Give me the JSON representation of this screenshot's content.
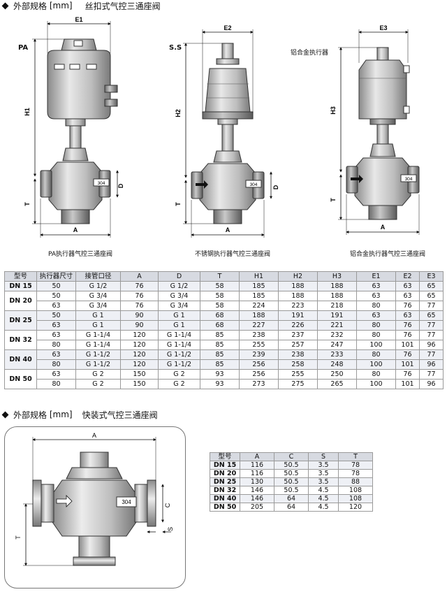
{
  "section1": {
    "title": "外部规格",
    "unit": "[mm]",
    "subtitle": "丝扣式气控三通座阀"
  },
  "section2": {
    "title": "外部规格",
    "unit": "[mm]",
    "subtitle": "快装式气控三通座阀"
  },
  "figures": [
    {
      "tag": "PA",
      "caption": "PA执行器气控三通座阀",
      "width_dim": "E1",
      "height_dim": "H1"
    },
    {
      "tag": "S.S",
      "caption": "不锈钢执行器气控三通座阀",
      "width_dim": "E2",
      "height_dim": "H2"
    },
    {
      "tag": "铝合金执行器",
      "caption": "铝合金执行器气控三通座阀",
      "width_dim": "E3",
      "height_dim": "H3"
    }
  ],
  "dim_labels": {
    "a": "A",
    "d": "D",
    "t": "T",
    "c": "C",
    "s": "S",
    "material": "304"
  },
  "table1": {
    "headers": [
      "型号",
      "执行器尺寸",
      "接管口径",
      "A",
      "D",
      "T",
      "H1",
      "H2",
      "H3",
      "E1",
      "E2",
      "E3"
    ],
    "groups": [
      {
        "model": "DN 15",
        "rows": [
          [
            "50",
            "G 1/2",
            "76",
            "G 1/2",
            "58",
            "185",
            "188",
            "188",
            "63",
            "63",
            "65"
          ]
        ]
      },
      {
        "model": "DN 20",
        "rows": [
          [
            "50",
            "G 3/4",
            "76",
            "G 3/4",
            "58",
            "185",
            "188",
            "188",
            "63",
            "63",
            "65"
          ],
          [
            "63",
            "G 3/4",
            "76",
            "G 3/4",
            "58",
            "224",
            "223",
            "218",
            "80",
            "76",
            "77"
          ]
        ]
      },
      {
        "model": "DN 25",
        "rows": [
          [
            "50",
            "G 1",
            "90",
            "G 1",
            "68",
            "188",
            "191",
            "191",
            "63",
            "63",
            "65"
          ],
          [
            "63",
            "G 1",
            "90",
            "G 1",
            "68",
            "227",
            "226",
            "221",
            "80",
            "76",
            "77"
          ]
        ]
      },
      {
        "model": "DN 32",
        "rows": [
          [
            "63",
            "G 1-1/4",
            "120",
            "G 1-1/4",
            "85",
            "238",
            "237",
            "232",
            "80",
            "76",
            "77"
          ],
          [
            "80",
            "G 1-1/4",
            "120",
            "G 1-1/4",
            "85",
            "255",
            "257",
            "247",
            "100",
            "101",
            "96"
          ]
        ]
      },
      {
        "model": "DN 40",
        "rows": [
          [
            "63",
            "G 1-1/2",
            "120",
            "G 1-1/2",
            "85",
            "239",
            "238",
            "233",
            "80",
            "76",
            "77"
          ],
          [
            "80",
            "G 1-1/2",
            "120",
            "G 1-1/2",
            "85",
            "256",
            "258",
            "248",
            "100",
            "101",
            "96"
          ]
        ]
      },
      {
        "model": "DN 50",
        "rows": [
          [
            "63",
            "G 2",
            "150",
            "G 2",
            "93",
            "256",
            "255",
            "250",
            "80",
            "76",
            "77"
          ],
          [
            "80",
            "G 2",
            "150",
            "G 2",
            "93",
            "273",
            "275",
            "265",
            "100",
            "101",
            "96"
          ]
        ]
      }
    ]
  },
  "table2": {
    "headers": [
      "型号",
      "A",
      "C",
      "S",
      "T"
    ],
    "rows": [
      [
        "DN 15",
        "116",
        "50.5",
        "3.5",
        "78"
      ],
      [
        "DN 20",
        "116",
        "50.5",
        "3.5",
        "78"
      ],
      [
        "DN 25",
        "130",
        "50.5",
        "3.5",
        "88"
      ],
      [
        "DN 32",
        "146",
        "50.5",
        "4.5",
        "108"
      ],
      [
        "DN 40",
        "146",
        "64",
        "4.5",
        "108"
      ],
      [
        "DN 50",
        "205",
        "64",
        "4.5",
        "120"
      ]
    ]
  }
}
